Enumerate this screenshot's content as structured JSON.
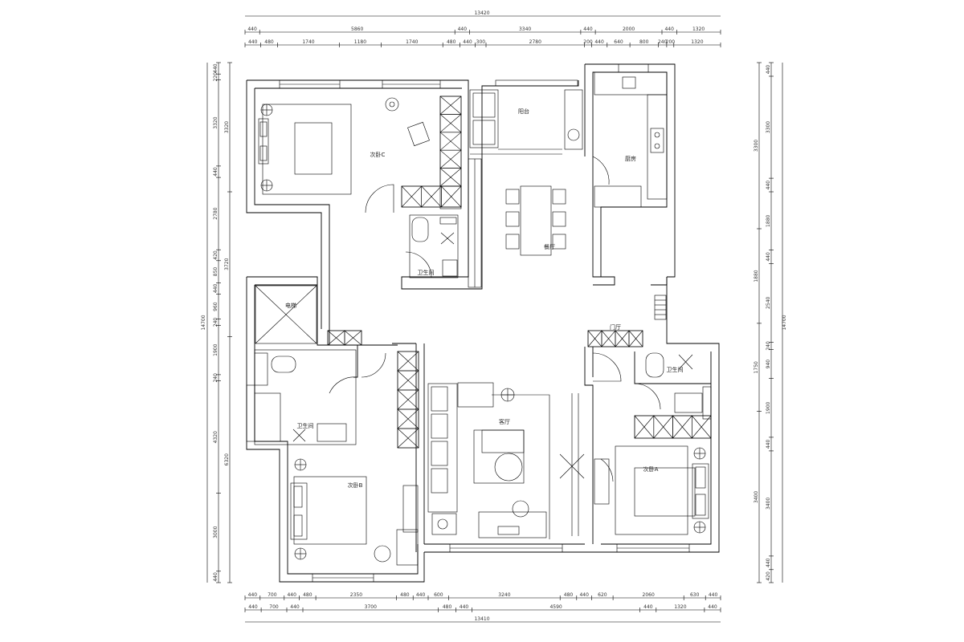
{
  "rooms": {
    "bedroom_c": "次卧C",
    "balcony": "阳台",
    "kitchen": "厨房",
    "dining": "餐厅",
    "bath_top": "卫生间",
    "elevator": "电梯",
    "bath_left": "卫生间",
    "bedroom_b": "次卧B",
    "living": "客厅",
    "entry": "门厅",
    "bath_right": "卫生间",
    "bedroom_a": "次卧A"
  },
  "dims_top": {
    "total": "13420",
    "row2": [
      "440",
      "5860",
      "440",
      "3340",
      "440",
      "2000",
      "440",
      "1320"
    ],
    "row3": [
      "440",
      "480",
      "1740",
      "1180",
      "1740",
      "480",
      "440",
      "300",
      "2780",
      "200",
      "440",
      "640",
      "800",
      "240",
      "200",
      "1320"
    ]
  },
  "dims_bottom": {
    "total": "13410",
    "row1": [
      "440",
      "700",
      "440",
      "480",
      "2350",
      "480",
      "440",
      "600",
      "3240",
      "480",
      "440",
      "620",
      "2060",
      "630",
      "440"
    ],
    "row2": [
      "440",
      "700",
      "440",
      "3700",
      "480",
      "440",
      "4590",
      "440",
      "1320",
      "440"
    ]
  },
  "dims_left": {
    "total": "14700",
    "row1": [
      "440",
      "220",
      "3320",
      "440",
      "2780",
      "420",
      "850",
      "440",
      "960",
      "240",
      "1900",
      "240",
      "4320",
      "3000",
      "440"
    ],
    "row2": [
      "3320",
      "3720",
      "6320"
    ]
  },
  "dims_right": {
    "total": "14700",
    "row1": [
      "440",
      "3300",
      "440",
      "1880",
      "440",
      "2540",
      "240",
      "940",
      "1900",
      "440",
      "3400",
      "440",
      "420"
    ],
    "row2": [
      "3300",
      "1880",
      "1750",
      "3400"
    ]
  }
}
